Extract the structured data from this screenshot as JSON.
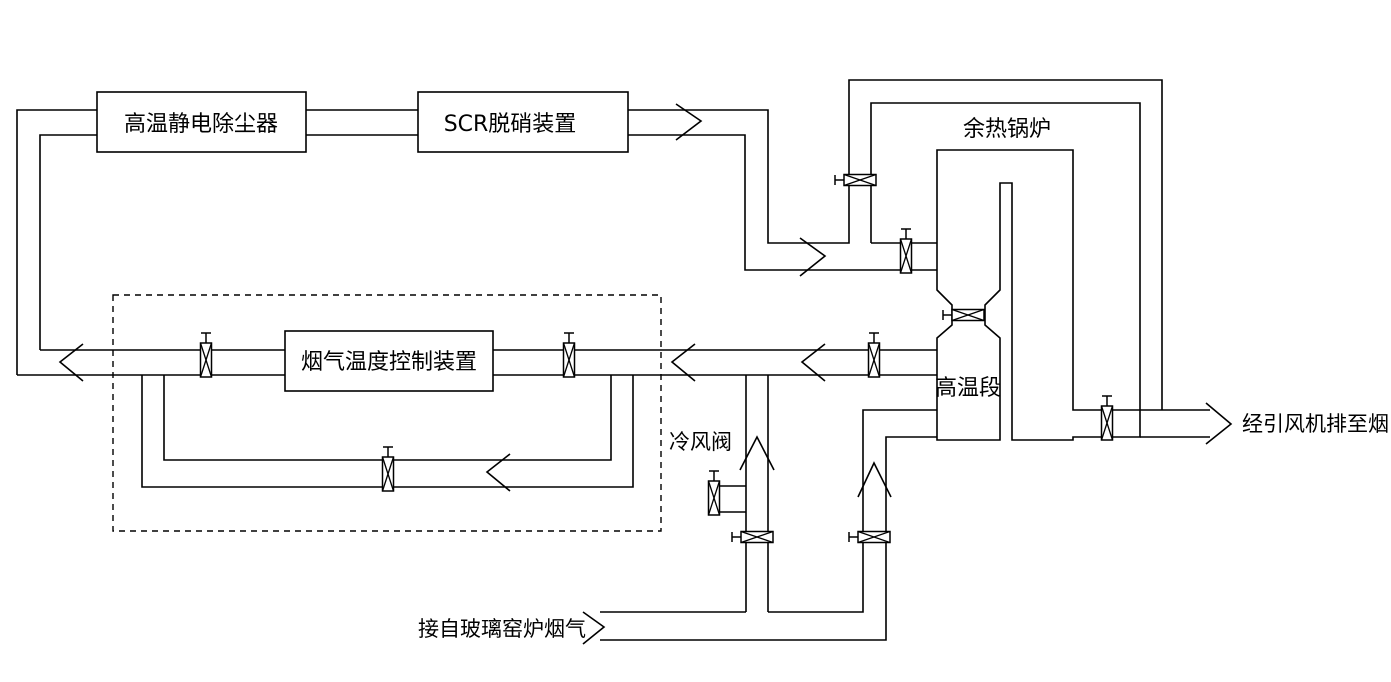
{
  "labels": {
    "esp": "高温静电除尘器",
    "scr": "SCR脱硝装置",
    "boiler": "余热锅炉",
    "high_temp_section": "高温段",
    "temp_control": "烟气温度控制装置",
    "cold_air_valve": "冷风阀",
    "exhaust": "经引风机排至烟囱",
    "inlet": "接自玻璃窑炉烟气"
  }
}
